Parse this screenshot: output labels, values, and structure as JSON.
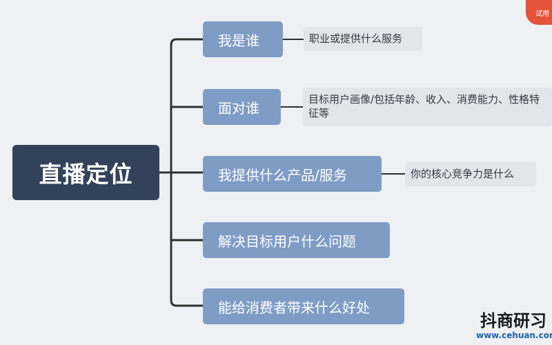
{
  "mindmap": {
    "root": "直播定位",
    "branches": [
      {
        "label": "我是谁",
        "note": "职业或提供什么服务"
      },
      {
        "label": "面对谁",
        "note": "目标用户画像/包括年龄、收入、消费能力、性格特征等"
      },
      {
        "label": "我提供什么产品/服务",
        "note": "你的核心竞争力是什么"
      },
      {
        "label": "解决目标用户什么问题"
      },
      {
        "label": "能给消费者带来什么好处"
      }
    ]
  },
  "badge": {
    "text": "试用"
  },
  "watermark": {
    "brand": "抖商研习",
    "url": "www.cehuan.com"
  },
  "colors": {
    "root": "#33425a",
    "branch": "#7f9cc5",
    "note": "#e2e5ea",
    "connector": "#2f2f2f",
    "badge": "#e5533b"
  }
}
